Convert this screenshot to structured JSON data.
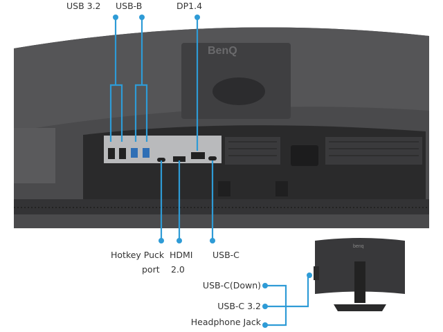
{
  "brand": "BenQ",
  "small_brand": "benq",
  "accent_color": "#2e9bd6",
  "top_labels": [
    "USB 3.2",
    "USB-B",
    "DP1.4"
  ],
  "bottom_labels": {
    "hotkey": "Hotkey Puck",
    "hotkey_line2": "port",
    "hdmi": "HDMI",
    "hdmi_line2": "2.0",
    "usbc": "USB-C"
  },
  "side_labels": [
    "USB-C(Down)",
    "USB-C 3.2",
    "Headphone Jack"
  ]
}
